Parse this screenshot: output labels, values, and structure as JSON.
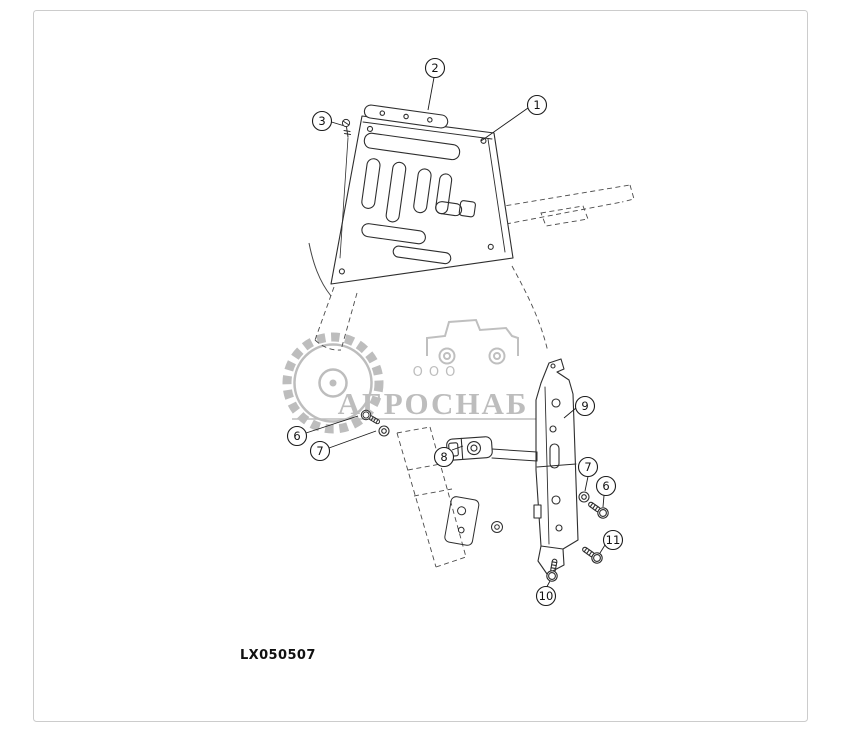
{
  "page": {
    "part_code": "LX050507"
  },
  "watermark": {
    "prefix": "ООО",
    "name": "АГРОСНАБ"
  },
  "colors": {
    "background": "#ffffff",
    "border": "#cccccc",
    "line": "#2e2e2e",
    "dashed_line": "#4a4a4a",
    "watermark": "#b6b6b6",
    "callout_stroke": "#1c1c1c"
  },
  "callouts": [
    {
      "label": "2"
    },
    {
      "label": "3"
    },
    {
      "label": "1"
    },
    {
      "label": "9"
    },
    {
      "label": "8"
    },
    {
      "label": "6"
    },
    {
      "label": "7"
    },
    {
      "label": "7"
    },
    {
      "label": "6"
    },
    {
      "label": "11"
    },
    {
      "label": "10"
    }
  ]
}
